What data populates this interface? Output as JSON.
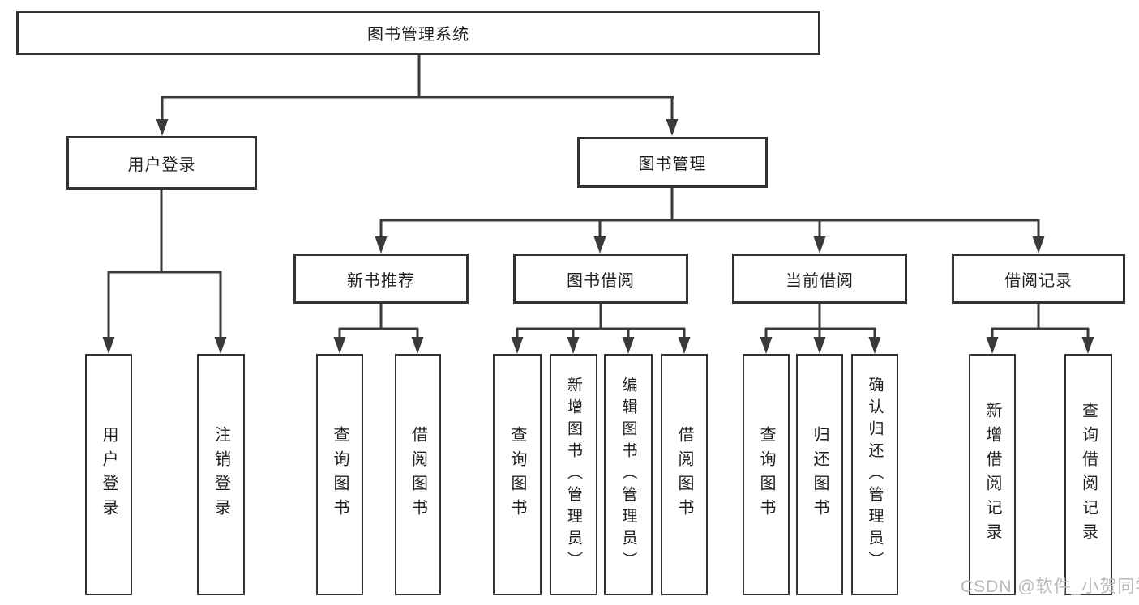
{
  "diagram": {
    "root": {
      "label": "图书管理系统"
    },
    "branches": [
      {
        "label": "用户登录",
        "children": [
          {
            "label": "用户登录"
          },
          {
            "label": "注销登录"
          }
        ]
      },
      {
        "label": "图书管理",
        "children": [
          {
            "label": "新书推荐",
            "children": [
              {
                "label": "查询图书"
              },
              {
                "label": "借阅图书"
              }
            ]
          },
          {
            "label": "图书借阅",
            "children": [
              {
                "label": "查询图书"
              },
              {
                "label": "新增图书（管理员）"
              },
              {
                "label": "编辑图书（管理员）"
              },
              {
                "label": "借阅图书"
              }
            ]
          },
          {
            "label": "当前借阅",
            "children": [
              {
                "label": "查询图书"
              },
              {
                "label": "归还图书"
              },
              {
                "label": "确认归还（管理员）"
              }
            ]
          },
          {
            "label": "借阅记录",
            "children": [
              {
                "label": "新增借阅记录"
              },
              {
                "label": "查询借阅记录"
              }
            ]
          }
        ]
      }
    ]
  },
  "watermark": {
    "text": "CSDN @软件_小贺同学"
  },
  "colors": {
    "line": "#3a3a3a",
    "box_border": "#333333",
    "text": "#1f1f1f",
    "background": "#ffffff",
    "watermark": "#b9b9b9"
  }
}
